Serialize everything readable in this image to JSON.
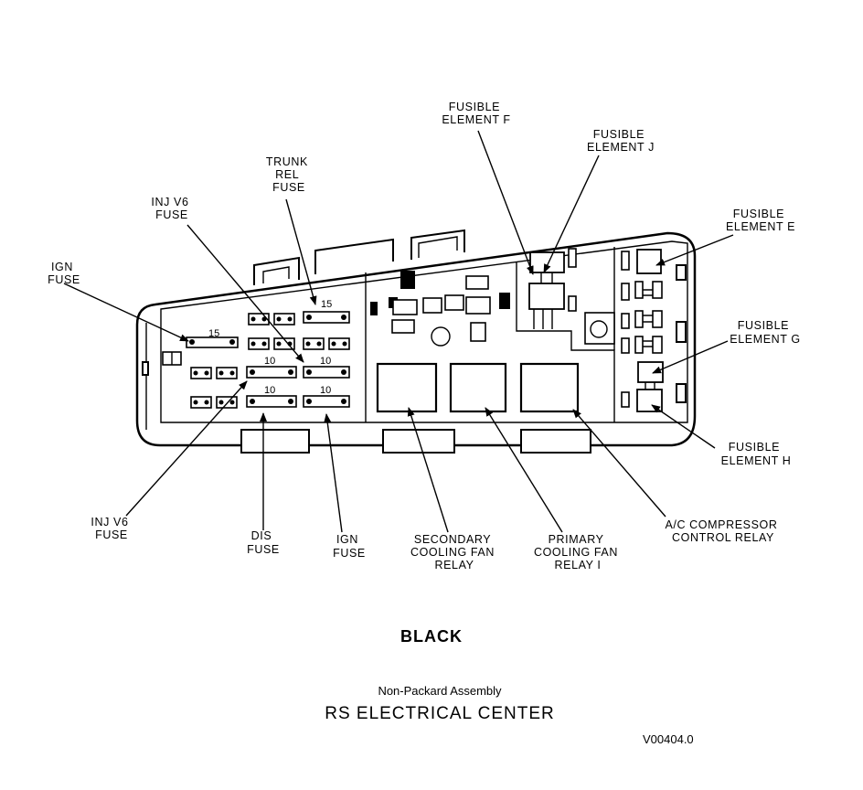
{
  "labels": {
    "fusible_f": [
      "FUSIBLE",
      "ELEMENT F"
    ],
    "fusible_j": [
      "FUSIBLE",
      "ELEMENT J"
    ],
    "fusible_e": [
      "FUSIBLE",
      "ELEMENT E"
    ],
    "fusible_g": [
      "FUSIBLE",
      "ELEMENT G"
    ],
    "fusible_h": [
      "FUSIBLE",
      "ELEMENT H"
    ],
    "trunk_rel": [
      "TRUNK",
      "REL",
      "FUSE"
    ],
    "inj_v6_top": [
      "INJ V6",
      "FUSE"
    ],
    "ign_left": [
      "IGN",
      "FUSE"
    ],
    "inj_v6_bottom": [
      "INJ V6",
      "FUSE"
    ],
    "dis_fuse": [
      "DIS",
      "FUSE"
    ],
    "ign_bottom": [
      "IGN",
      "FUSE"
    ],
    "secondary_relay": [
      "SECONDARY",
      "COOLING FAN",
      "RELAY"
    ],
    "primary_relay": [
      "PRIMARY",
      "COOLING FAN",
      "RELAY I"
    ],
    "ac_relay": [
      "A/C COMPRESSOR",
      "CONTROL RELAY"
    ]
  },
  "fuse_ratings": {
    "ign_left": "15",
    "trunk_rel": "15",
    "row2_mid": "10",
    "row2_right": "10",
    "row3_mid": "10",
    "row3_right": "10"
  },
  "color_label": "BLACK",
  "subtitle": "Non-Packard Assembly",
  "title": "RS ELECTRICAL CENTER",
  "ref_code": "V00404.0"
}
